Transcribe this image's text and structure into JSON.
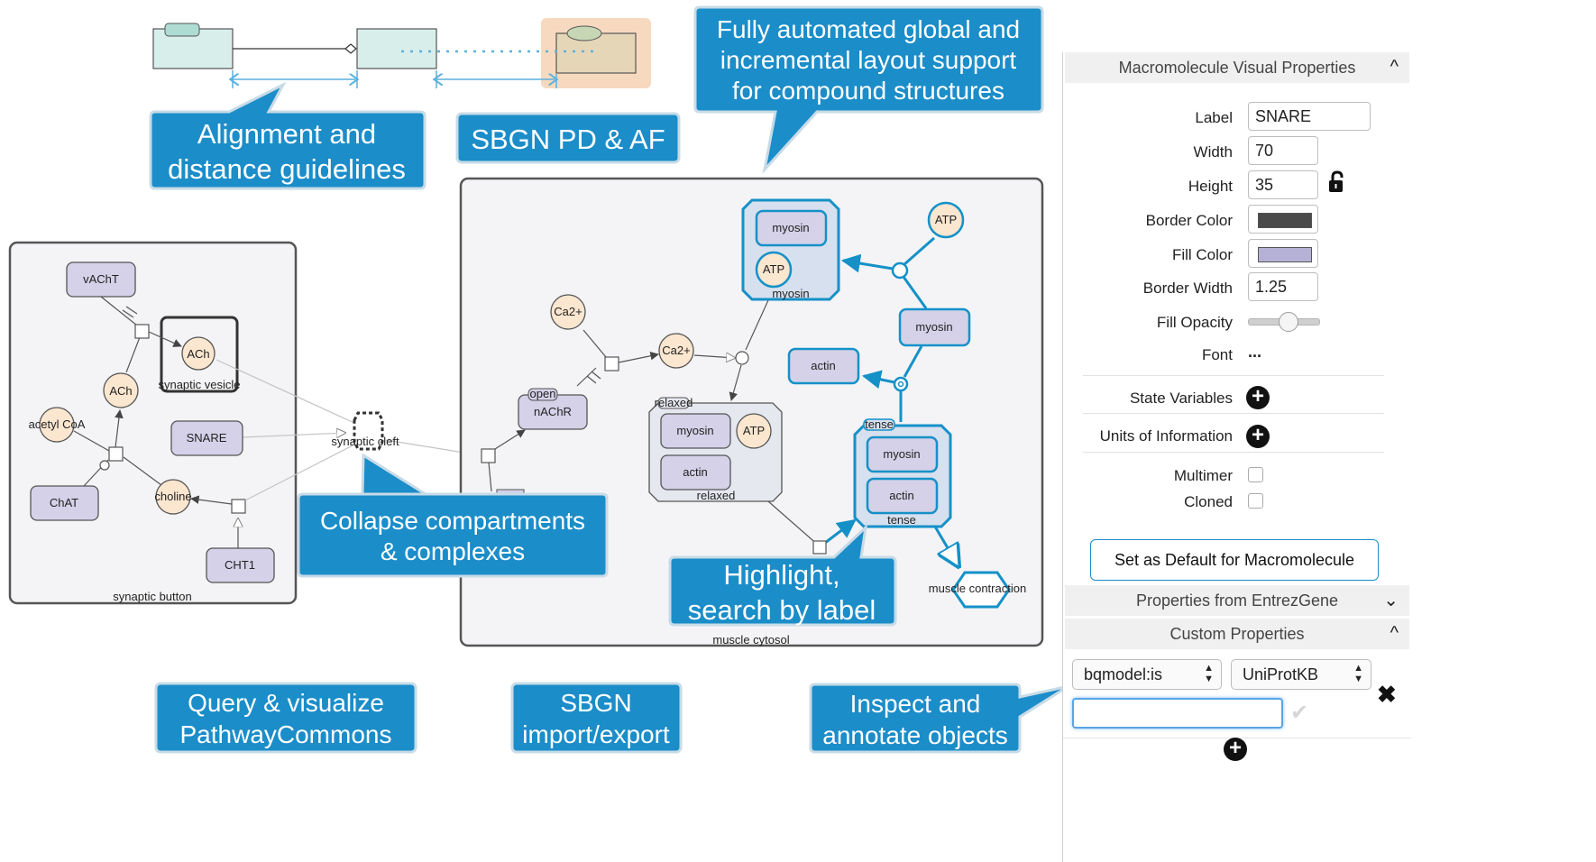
{
  "colors": {
    "callout": "#1b8dc9",
    "callout_border": "#c7dbe7",
    "macromolecule_fill": "#d4d1e8",
    "macromolecule_border": "#555555",
    "simple_chem_fill": "#fbe6cf",
    "highlight": "#1591c8",
    "compartment_fill": "#f4f4f6"
  },
  "callouts": {
    "alignment": [
      "Alignment and",
      "distance guidelines"
    ],
    "sbgn_pd_af": "SBGN PD & AF",
    "layout": [
      "Fully automated global and",
      "incremental layout support",
      "for compound structures"
    ],
    "collapse": [
      "Collapse compartments",
      "& complexes"
    ],
    "highlight": [
      "Highlight,",
      "search by label"
    ],
    "query": [
      "Query & visualize",
      "PathwayCommons"
    ],
    "import_export": [
      "SBGN",
      "import/export"
    ],
    "inspect": [
      "Inspect and",
      "annotate objects"
    ]
  },
  "left_diagram": {
    "compartment_label": "synaptic button",
    "vesicle_label": "synaptic vesicle",
    "cleft_label": "synaptic cleft",
    "nodes": {
      "vacht": "vAChT",
      "ach_vesicle": "ACh",
      "ach": "ACh",
      "acetyl_coa": "acetyl CoA",
      "snare": "SNARE",
      "chat": "ChAT",
      "choline": "choline",
      "cht1": "CHT1"
    }
  },
  "right_diagram": {
    "compartment_label": "muscle cytosol",
    "nodes": {
      "ca_top": "Ca2+",
      "ca_mid": "Ca2+",
      "nachr": "nAChR",
      "nachr_state": "open",
      "myosin_complex_myosin": "myosin",
      "myosin_complex_atp": "ATP",
      "myosin_complex_label": "myosin",
      "atp_right": "ATP",
      "myosin_right": "myosin",
      "actin": "actin",
      "relaxed_state": "relaxed",
      "relaxed_myosin": "myosin",
      "relaxed_atp": "ATP",
      "relaxed_actin": "actin",
      "relaxed_label": "relaxed",
      "tense_state": "tense",
      "tense_myosin": "myosin",
      "tense_actin": "actin",
      "tense_label": "tense",
      "muscle_contraction": "muscle contraction"
    }
  },
  "panel": {
    "header": "Macromolecule Visual Properties",
    "fields": {
      "label": {
        "label": "Label",
        "value": "SNARE"
      },
      "width": {
        "label": "Width",
        "value": "70"
      },
      "height": {
        "label": "Height",
        "value": "35"
      },
      "border_color": {
        "label": "Border Color",
        "color": "#4a4a4a"
      },
      "fill_color": {
        "label": "Fill Color",
        "color": "#b5b1d6"
      },
      "border_width": {
        "label": "Border Width",
        "value": "1.25"
      },
      "fill_opacity": {
        "label": "Fill Opacity",
        "value": 0.55
      },
      "font": {
        "label": "Font",
        "value": "..."
      }
    },
    "state_variables": "State Variables",
    "units_of_information": "Units of Information",
    "multimer": "Multimer",
    "cloned": "Cloned",
    "default_button": "Set as Default for Macromolecule",
    "entrez_header": "Properties from EntrezGene",
    "custom_header": "Custom Properties",
    "custom_select_1": "bqmodel:is",
    "custom_select_2": "UniProtKB",
    "custom_input_value": ""
  }
}
